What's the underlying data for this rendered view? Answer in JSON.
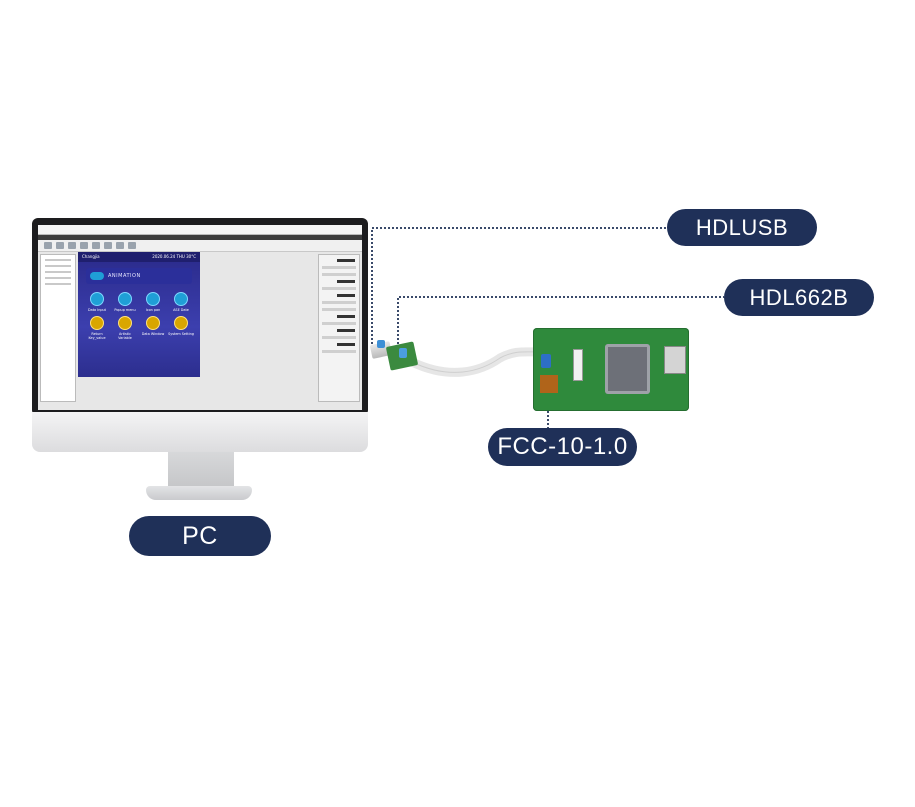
{
  "labels": {
    "hdlusb": "HDLUSB",
    "hdl662b": "HDL662B",
    "fcc": "FCC-10-1.0",
    "pc": "PC"
  },
  "hmi_screen": {
    "brand": "Changjia",
    "status": "2020.06.24  THU  30°C",
    "banner": "ANIMATION",
    "buttons": [
      {
        "label": "Data Input",
        "icon": "blue-circle-icon"
      },
      {
        "label": "Popup menu",
        "icon": "blue-circle-icon"
      },
      {
        "label": "Icon pan",
        "icon": "blue-circle-icon"
      },
      {
        "label": "ASE Date",
        "icon": "blue-circle-icon"
      },
      {
        "label": "Return Key_value",
        "icon": "gold-circle-icon"
      },
      {
        "label": "Artistic Variable",
        "icon": "gold-circle-icon"
      },
      {
        "label": "Data Window",
        "icon": "gold-circle-icon"
      },
      {
        "label": "System Setting",
        "icon": "gold-circle-icon"
      }
    ]
  },
  "colors": {
    "label_bg": "#1f3058",
    "connector_line": "#3a4a6a",
    "board_green": "#2f8a3c"
  }
}
